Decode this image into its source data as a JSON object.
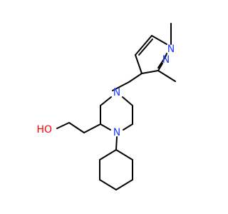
{
  "atoms": {
    "n_pyrazole_1": {
      "symbol": "N"
    },
    "n_pyrazole_2": {
      "symbol": "N"
    },
    "n_piperazine_4": {
      "symbol": "N"
    },
    "n_piperazine_1": {
      "symbol": "N"
    },
    "o_hydroxyl": {
      "symbol": "HO"
    }
  },
  "colors": {
    "bond": "#000000",
    "nitrogen": "#1f3bff",
    "oxygen": "#ff0000"
  }
}
